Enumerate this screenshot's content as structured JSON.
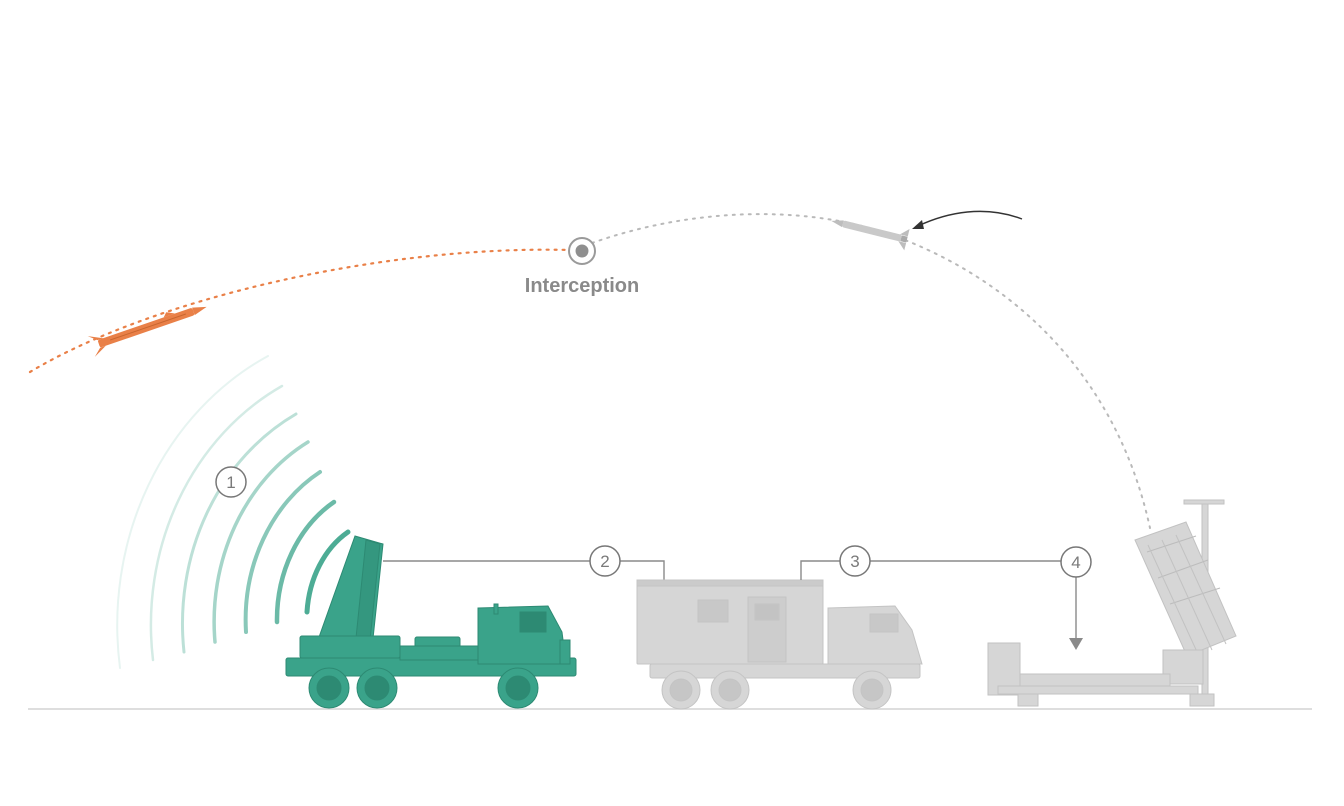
{
  "interception": {
    "label": "Interception"
  },
  "steps": [
    {
      "number": "1"
    },
    {
      "number": "2"
    },
    {
      "number": "3"
    },
    {
      "number": "4"
    }
  ],
  "icons": {
    "radar": "radar-truck-icon",
    "control": "control-center-truck-icon",
    "launcher": "launcher-icon",
    "enemy": "enemy-rocket-icon",
    "interceptor": "interceptor-missile-icon"
  },
  "colors": {
    "threat": "#e98048",
    "radar": "#3aa38a",
    "inactive": "#d6d6d6",
    "line": "#8a8a8a",
    "ground": "#cfcfcf"
  }
}
